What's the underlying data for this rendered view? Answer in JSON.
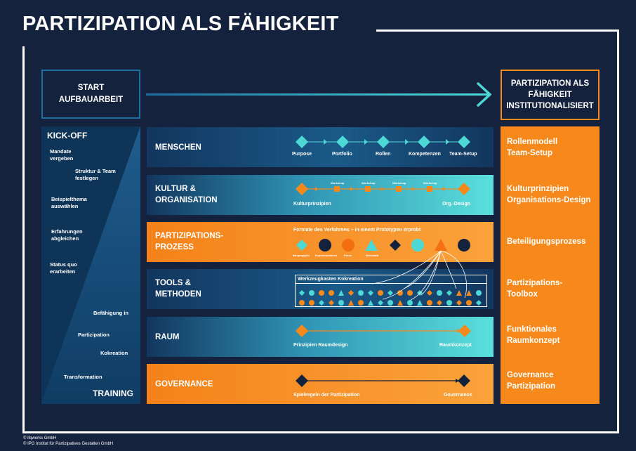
{
  "title": "PARTIZIPATION ALS FÄHIGKEIT",
  "start": {
    "line1": "START",
    "line2": "AUFBAUARBEIT"
  },
  "end": {
    "line1": "PARTIZIPATION ALS",
    "line2": "FÄHIGKEIT",
    "line3": "INSTITUTIONALISIERT"
  },
  "left_panel": {
    "top_heading": "KICK-OFF",
    "bottom_heading": "TRAINING",
    "items": [
      {
        "l1": "Mandate",
        "l2": "vergeben"
      },
      {
        "l1": "Struktur & Team",
        "l2": "festlegen"
      },
      {
        "l1": "Beispielthema",
        "l2": "auswählen"
      },
      {
        "l1": "Erfahrungen",
        "l2": "abgleichen"
      },
      {
        "l1": "Status quo",
        "l2": "erarbeiten"
      },
      {
        "l1": "Befähigung in",
        "l2": ""
      },
      {
        "l1": "Partizipation",
        "l2": ""
      },
      {
        "l1": "Kokreation",
        "l2": ""
      },
      {
        "l1": "Transformation",
        "l2": ""
      }
    ]
  },
  "rows": {
    "menschen": {
      "label": "MENSCHEN",
      "steps": [
        "Purpose",
        "Portfolio",
        "Rollen",
        "Kompetenzen",
        "Team-Setup"
      ]
    },
    "kultur": {
      "l1": "KULTUR &",
      "l2": "ORGANISATION",
      "start": "Kulturprinzipien",
      "end": "Org.-Design",
      "workshop": "Workshop"
    },
    "prozess": {
      "l1": "PARTIZIPATIONS-",
      "l2": "PROZESS",
      "caption": "Formate des Verfahrens – in einem Prototypen erprobt",
      "formats": [
        "Bürgergipfel",
        "Experimentieren",
        "Foren",
        "Werkstatt"
      ]
    },
    "tools": {
      "l1": "TOOLS &",
      "l2": "METHODEN",
      "toolbox": "Werkzeugkasten Kokreation"
    },
    "raum": {
      "label": "RAUM",
      "start": "Prinzipien Raumdesign",
      "end": "Raumkonzept"
    },
    "governance": {
      "label": "GOVERNANCE",
      "start": "Spielregeln der Partizipation",
      "end": "Governance"
    }
  },
  "right_panel": {
    "r1": {
      "l1": "Rollenmodell",
      "l2": "Team-Setup"
    },
    "r2": {
      "l1": "Kulturprinzipien",
      "l2": "Organisations-Design"
    },
    "r3": {
      "l1": "Beteiligungsprozess"
    },
    "r4": {
      "l1": "Partizipations-",
      "l2": "Toolbox"
    },
    "r5": {
      "l1": "Funktionales",
      "l2": "Raumkonzept"
    },
    "r6": {
      "l1": "Governance",
      "l2": "Partizipation"
    }
  },
  "copyright": {
    "line1": "© ifqwerks GmbH",
    "line2": "© IPG Institut für Partizipatives Gestalten GmbH"
  },
  "colors": {
    "navy": "#15223d",
    "orange": "#f7891c",
    "teal": "#4dd8d6",
    "blue": "#1a5a88"
  }
}
